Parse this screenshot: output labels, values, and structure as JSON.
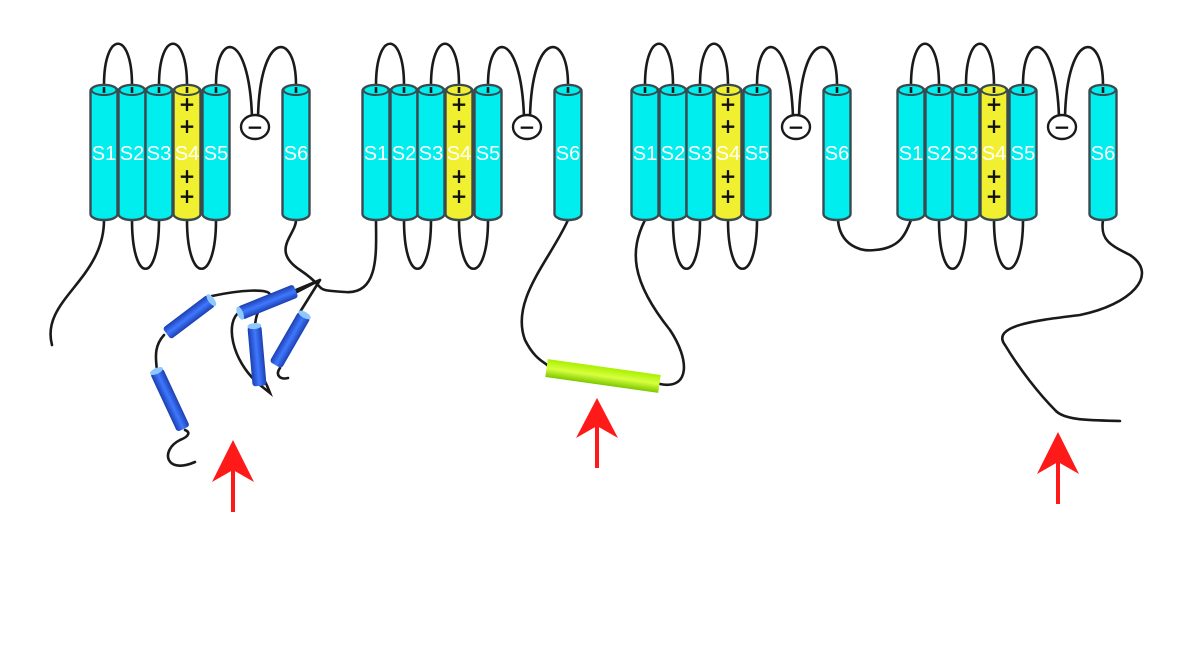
{
  "diagram": {
    "domains": [
      {
        "name": "domain-1",
        "helices": [
          "S1",
          "S2",
          "S3",
          "S4",
          "S5",
          "S6"
        ],
        "charges": [
          "+",
          "+",
          "+",
          "+"
        ],
        "pore_charge": "−"
      },
      {
        "name": "domain-2",
        "helices": [
          "S1",
          "S2",
          "S3",
          "S4",
          "S5",
          "S6"
        ],
        "charges": [
          "+",
          "+",
          "+",
          "+"
        ],
        "pore_charge": "−"
      },
      {
        "name": "domain-3",
        "helices": [
          "S1",
          "S2",
          "S3",
          "S4",
          "S5",
          "S6"
        ],
        "charges": [
          "+",
          "+",
          "+",
          "+"
        ],
        "pore_charge": "−"
      },
      {
        "name": "domain-4",
        "helices": [
          "S1",
          "S2",
          "S3",
          "S4",
          "S5",
          "S6"
        ],
        "charges": [
          "+",
          "+",
          "+",
          "+"
        ],
        "pore_charge": "−"
      }
    ],
    "colors": {
      "helix": "#00eeee",
      "voltage_sensor": "#f0f030",
      "outline": "#3a4a4f",
      "cytoplasmic_helix": "#2f5fd0",
      "linker_helix": "#8ee000",
      "arrow": "#ff1a1a"
    }
  }
}
